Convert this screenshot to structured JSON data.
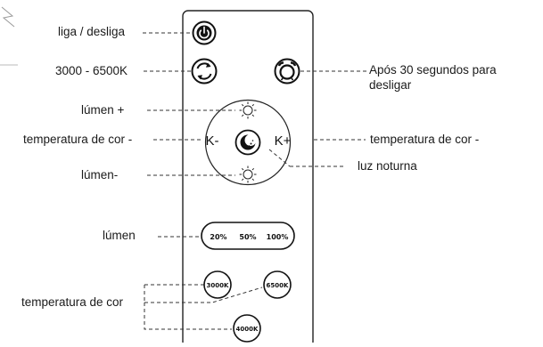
{
  "labels": {
    "power": "liga / desliga",
    "cct_range": "3000 - 6500K",
    "lumen_plus": "lúmen +",
    "temp_left": "temperatura de cor -",
    "lumen_minus": "lúmen-",
    "lumen_levels": "lúmen",
    "temp_presets": "temperatura de cor",
    "timer": "Após 30 segundos para desligar",
    "temp_right": "temperatura de cor -",
    "night_light": "luz noturna"
  },
  "buttons": {
    "k_minus": "K-",
    "k_plus": "K+",
    "pill": [
      "20%",
      "50%",
      "100%"
    ],
    "presets": [
      "3000K",
      "6500K",
      "4000K"
    ]
  },
  "icons": {
    "power": "power-icon",
    "cycle": "cycle-arrows-icon",
    "timer": "alarm-clock-icon",
    "sun": "sun-icon",
    "night": "moon-stars-icon",
    "logo": "brand-logo-icon"
  },
  "colors": {
    "ink": "#1a1a1a",
    "panel": "#ffffff",
    "line": "#222222"
  }
}
